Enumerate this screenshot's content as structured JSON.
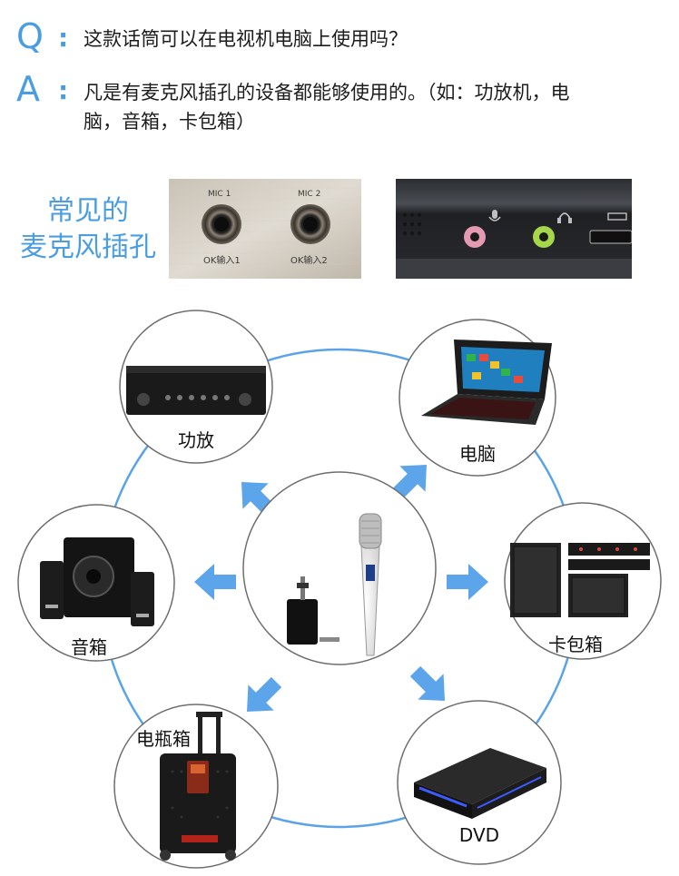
{
  "qa": {
    "q_letter": "Q",
    "q_colon": ":",
    "question": "这款话筒可以在电视机电脑上使用吗？",
    "a_letter": "A",
    "a_colon": ":",
    "answer_line1": "凡是有麦克风插孔的设备都能够使用的。（如：功放机，电",
    "answer_line2": "脑，音箱，卡包箱）"
  },
  "jacks": {
    "heading_line1": "常见的",
    "heading_line2": "麦克风插孔",
    "panel1": {
      "mic1": "MIC 1",
      "mic2": "MIC 2",
      "ok1": "OK输入1",
      "ok2": "OK输入2"
    }
  },
  "devices": {
    "center": "microphone",
    "amplifier": "功放",
    "computer": "电脑",
    "karaoke_box": "卡包箱",
    "speaker": "音箱",
    "trolley_speaker": "电瓶箱",
    "dvd": "DVD"
  },
  "colors": {
    "accent": "#4a9ee0",
    "ring": "#5aa3e6",
    "arrow": "#5da5ea",
    "circle_border": "#6e6e6e"
  }
}
